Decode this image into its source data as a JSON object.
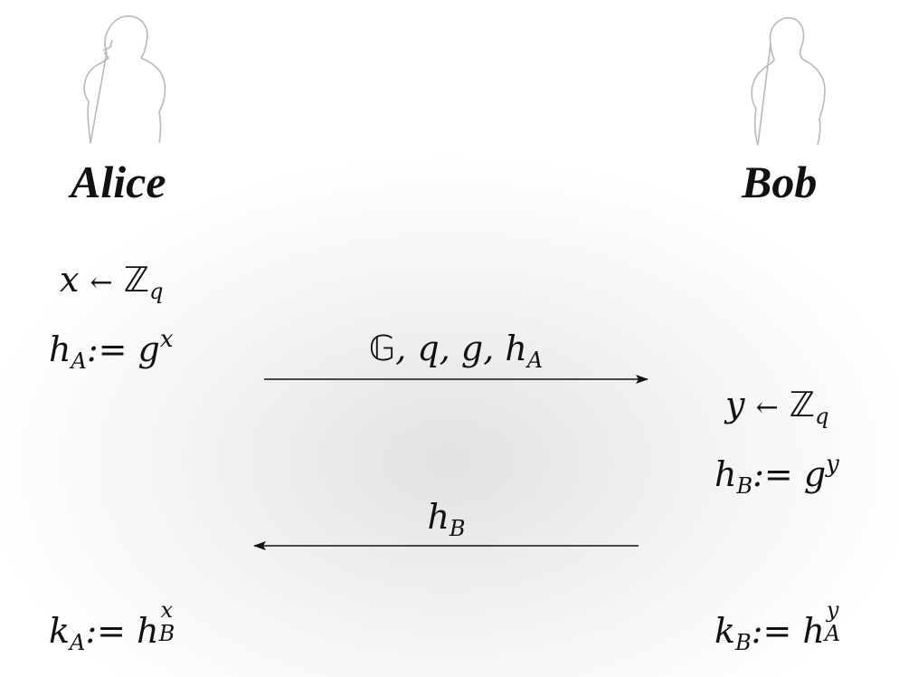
{
  "parties": {
    "left": {
      "name": "Alice",
      "secret": "x",
      "secret_space": "ℤ",
      "secret_space_sub": "q",
      "pub_var": "h",
      "pub_var_sub": "A",
      "pub_assign": ":= g",
      "pub_exp": "x",
      "key_var": "k",
      "key_var_sub": "A",
      "key_assign": ":= h",
      "key_exp": "x",
      "key_base_sub": "B"
    },
    "right": {
      "name": "Bob",
      "secret": "y",
      "secret_space": "ℤ",
      "secret_space_sub": "q",
      "pub_var": "h",
      "pub_var_sub": "B",
      "pub_assign": ":= g",
      "pub_exp": "y",
      "key_var": "k",
      "key_var_sub": "B",
      "key_assign": ":= h",
      "key_exp": "y",
      "key_base_sub": "A"
    }
  },
  "messages": [
    {
      "label_prefix": "𝔾",
      "label_mid": ", q, g, h",
      "label_sub": "A",
      "direction": "left-to-right"
    },
    {
      "label": "h",
      "label_sub": "B",
      "direction": "right-to-left"
    }
  ],
  "arrow_symbol": "←",
  "icons": [
    "person-silhouette-icon",
    "person-silhouette-icon"
  ]
}
